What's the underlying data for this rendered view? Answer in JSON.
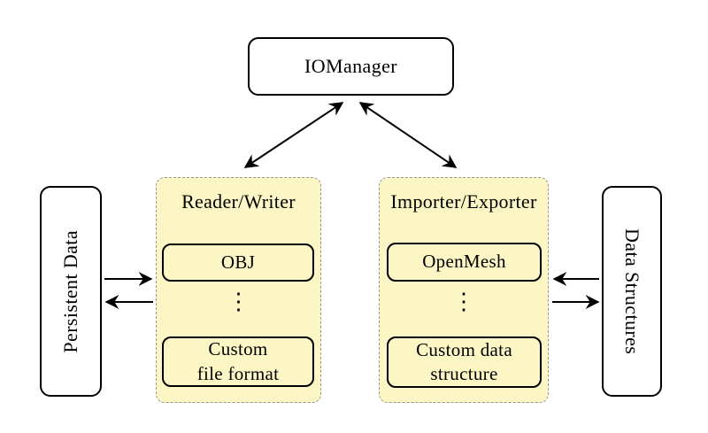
{
  "colors": {
    "background": "#ffffff",
    "text": "#000000",
    "node-border": "#000000",
    "node-fill": "#ffffff",
    "group-fill": "#fbf6c4",
    "group-border": "#969696",
    "arrow": "#000000"
  },
  "nodes": {
    "iomanager": {
      "label": "IOManager"
    },
    "persistent_data": {
      "label": "Persistent Data"
    },
    "data_structures": {
      "label": "Data Structures"
    },
    "reader_writer": {
      "title": "Reader/Writer",
      "items": [
        {
          "label": "OBJ"
        },
        {
          "label": "⋮"
        },
        {
          "label": "Custom\nfile format"
        }
      ]
    },
    "importer_exporter": {
      "title": "Importer/Exporter",
      "items": [
        {
          "label": "OpenMesh"
        },
        {
          "label": "⋮"
        },
        {
          "label": "Custom data\nstructure"
        }
      ]
    }
  },
  "edges": [
    {
      "from": "iomanager",
      "to": "reader_writer",
      "direction": "bidirectional"
    },
    {
      "from": "iomanager",
      "to": "importer_exporter",
      "direction": "bidirectional"
    },
    {
      "from": "persistent_data",
      "to": "reader_writer",
      "direction": "one-way"
    },
    {
      "from": "reader_writer",
      "to": "persistent_data",
      "direction": "one-way"
    },
    {
      "from": "data_structures",
      "to": "importer_exporter",
      "direction": "one-way"
    },
    {
      "from": "importer_exporter",
      "to": "data_structures",
      "direction": "one-way"
    }
  ]
}
